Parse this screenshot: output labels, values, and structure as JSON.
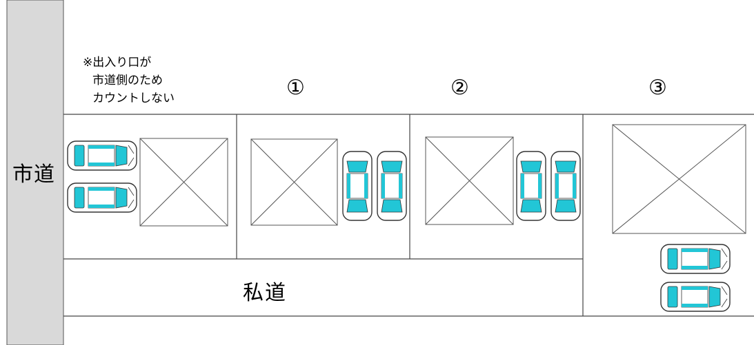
{
  "city_road": {
    "label": "市道",
    "color": "#d9d9d9"
  },
  "private_road": {
    "label": "私道"
  },
  "note": {
    "line1": "※出入り口が",
    "line2": "市道側のため",
    "line3": "カウントしない"
  },
  "lots": [
    {
      "id": "note-lot",
      "label": ""
    },
    {
      "id": "lot-1",
      "label": "①"
    },
    {
      "id": "lot-2",
      "label": "②"
    },
    {
      "id": "lot-3",
      "label": "③"
    }
  ],
  "colors": {
    "car_glass": "#22c6d6",
    "line": "#444444"
  }
}
